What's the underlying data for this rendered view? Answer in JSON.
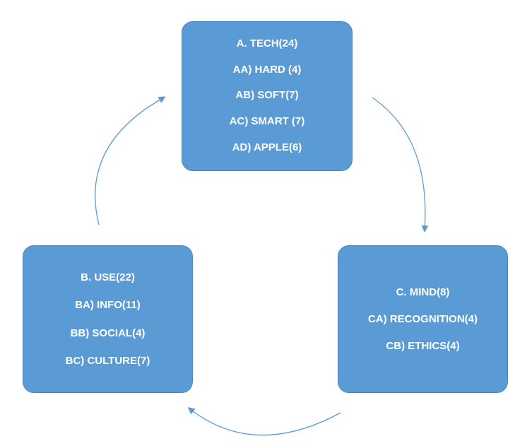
{
  "nodes": {
    "tech": {
      "lines": [
        "A. TECH(24)",
        "AA) HARD (4)",
        "AB) SOFT(7)",
        "AC) SMART (7)",
        "AD) APPLE(6)"
      ]
    },
    "use": {
      "lines": [
        "B. USE(22)",
        "BA) INFO(11)",
        "BB) SOCIAL(4)",
        "BC) CULTURE(7)"
      ]
    },
    "mind": {
      "lines": [
        "C. MIND(8)",
        "CA) RECOGNITION(4)",
        "CB) ETHICS(4)"
      ]
    }
  },
  "colors": {
    "node_fill": "#5b9bd5",
    "node_text": "#ffffff",
    "arrow": "#5b9bd5"
  }
}
